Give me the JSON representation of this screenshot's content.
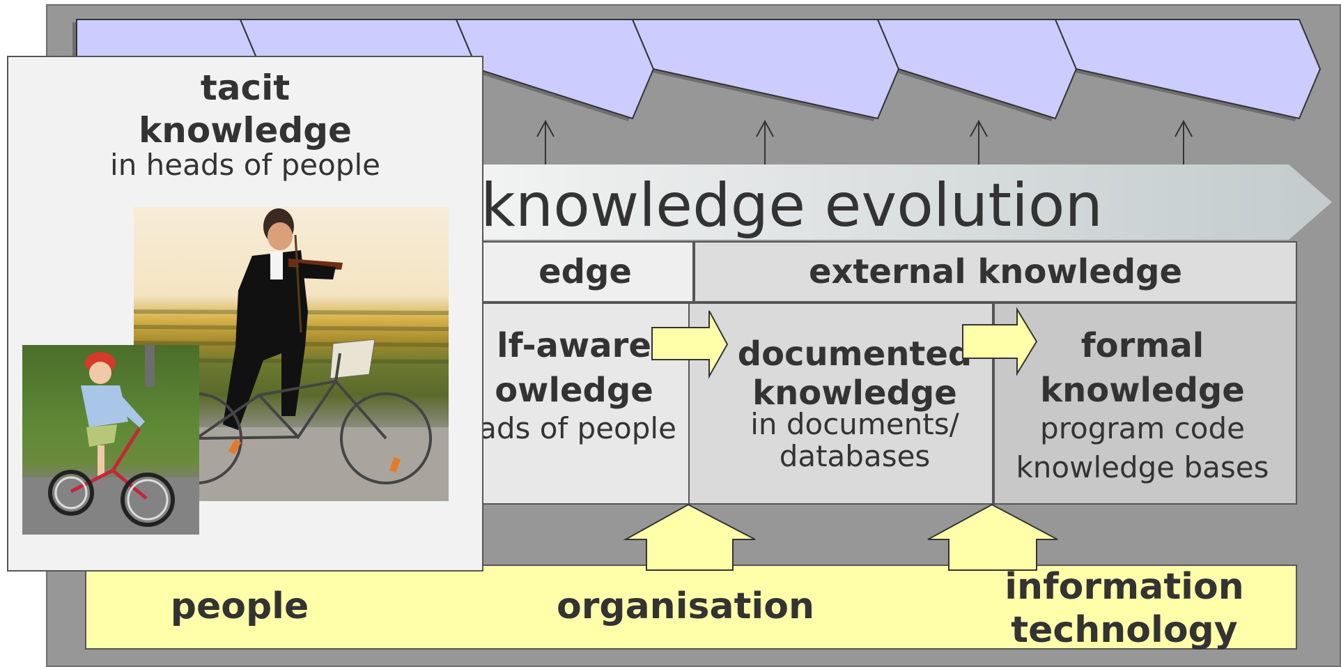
{
  "title": "knowledge evolution",
  "tacit": {
    "title_line1": "tacit",
    "title_line2": "knowledge",
    "subtitle": "in heads of people"
  },
  "headers": {
    "internal": "edge",
    "external": "external knowledge"
  },
  "levels": [
    {
      "title_line1": "lf-aware",
      "title_line2": "owledge",
      "sub_line1": "ads of people",
      "sub_line2": ""
    },
    {
      "title_line1": "documented",
      "title_line2": "knowledge",
      "sub_line1": "in documents/",
      "sub_line2": "databases"
    },
    {
      "title_line1": "formal",
      "title_line2": "knowledge",
      "sub_line1": "program code",
      "sub_line2": "knowledge bases"
    }
  ],
  "foundation": {
    "people": "people",
    "organisation": "organisation",
    "it_line1": "information",
    "it_line2": "technology"
  },
  "colors": {
    "frame": "#979797",
    "chevron": "#ccccff",
    "arrow_yellow": "#ffffaa",
    "banner_start": "#f3f3f3",
    "banner_end": "#c4cccd",
    "text": "#333333"
  },
  "images": {
    "violin": "violinist-cycling-photo",
    "child": "child-on-bicycle-photo"
  }
}
